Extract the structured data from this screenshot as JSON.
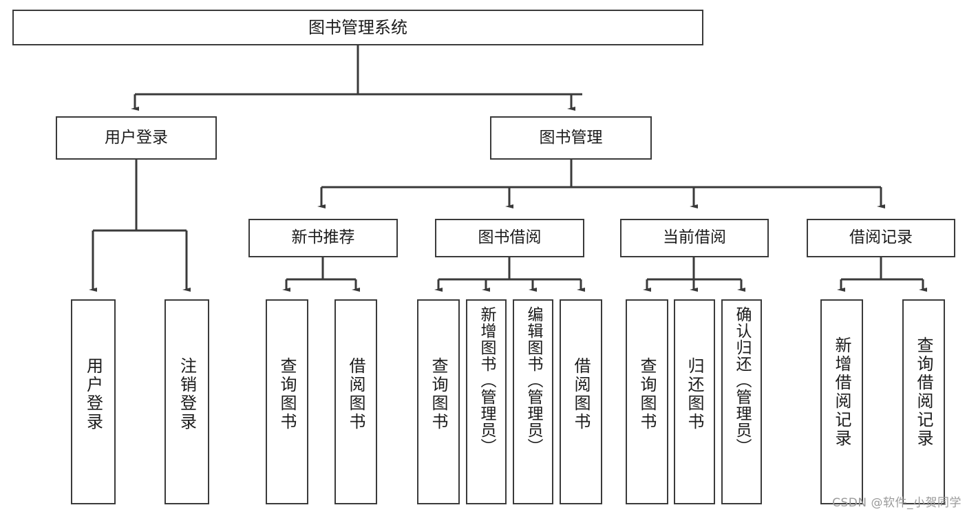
{
  "diagram": {
    "title": "图书管理系统",
    "type": "tree",
    "watermark": "CSDN @软件_小贺同学",
    "colors": {
      "stroke": "#3a3a3a",
      "text": "#1b1b1b",
      "background": "#ffffff",
      "watermark": "#9a9a9a"
    },
    "nodes": {
      "root": {
        "label": "图书管理系统"
      },
      "level2": [
        {
          "label": "用户登录"
        },
        {
          "label": "图书管理"
        }
      ],
      "level3": [
        {
          "label": "新书推荐"
        },
        {
          "label": "图书借阅"
        },
        {
          "label": "当前借阅"
        },
        {
          "label": "借阅记录"
        }
      ],
      "leaves_login": [
        {
          "label": "用户登录"
        },
        {
          "label": "注销登录"
        }
      ],
      "leaves_recommend": [
        {
          "label": "查询图书"
        },
        {
          "label": "借阅图书"
        }
      ],
      "leaves_borrow": [
        {
          "label": "查询图书"
        },
        {
          "label": "新增图书（管理员）"
        },
        {
          "label": "编辑图书（管理员）"
        },
        {
          "label": "借阅图书"
        }
      ],
      "leaves_current": [
        {
          "label": "查询图书"
        },
        {
          "label": "归还图书"
        },
        {
          "label": "确认归还（管理员）"
        }
      ],
      "leaves_records": [
        {
          "label": "新增借阅记录"
        },
        {
          "label": "查询借阅记录"
        }
      ]
    }
  }
}
